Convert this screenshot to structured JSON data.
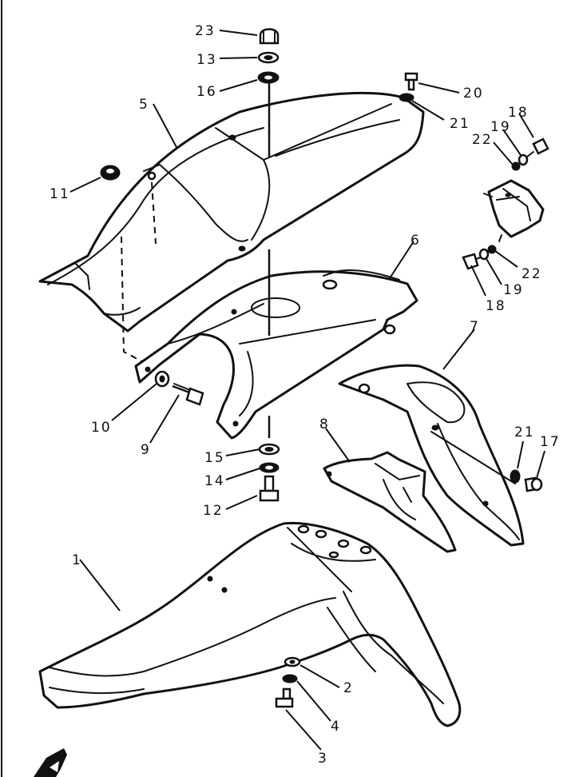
{
  "diagram": {
    "callouts": {
      "c1": "1",
      "c2": "2",
      "c3": "3",
      "c4": "4",
      "c5": "5",
      "c6": "6",
      "c7": "7",
      "c8": "8",
      "c9": "9",
      "c10": "10",
      "c11": "11",
      "c12": "12",
      "c13": "13",
      "c14": "14",
      "c15": "15",
      "c16": "16",
      "c17": "17",
      "c18a": "18",
      "c18b": "18",
      "c19a": "19",
      "c19b": "19",
      "c20": "20",
      "c21a": "21",
      "c21b": "21",
      "c22a": "22",
      "c22b": "22",
      "c23": "23"
    },
    "colors": {
      "ink": "#111111",
      "paper": "#ffffff"
    }
  }
}
